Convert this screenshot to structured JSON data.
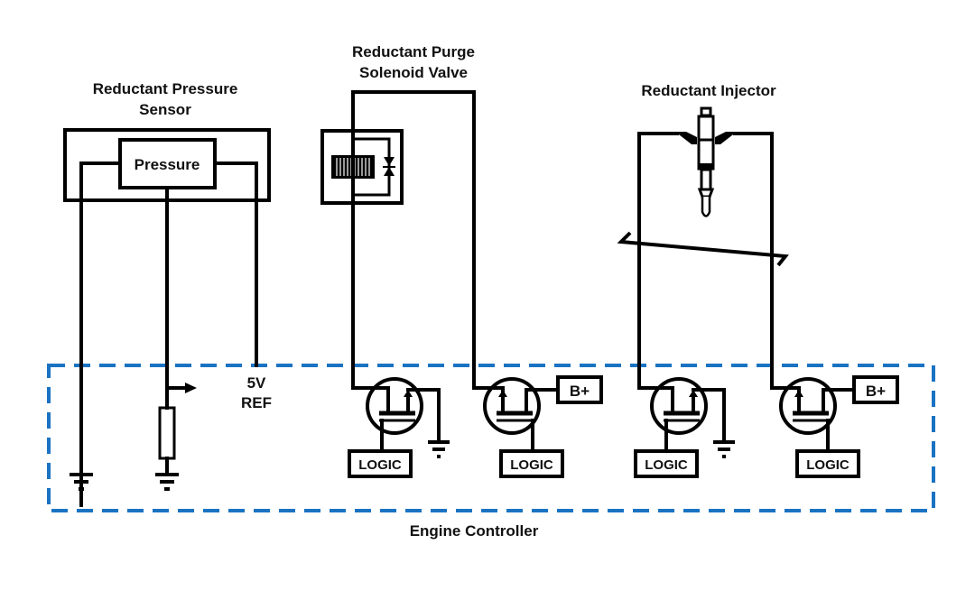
{
  "diagram": {
    "title_sensor": [
      "Reductant Pressure",
      "Sensor"
    ],
    "sensor_inner_label": "Pressure",
    "title_valve": [
      "Reductant Purge",
      "Solenoid Valve"
    ],
    "title_injector": "Reductant Injector",
    "ref_label": [
      "5V",
      "REF"
    ],
    "controller_label": "Engine Controller",
    "logic_labels": [
      "LOGIC",
      "LOGIC",
      "LOGIC",
      "LOGIC"
    ],
    "bplus_labels": [
      "B+",
      "B+"
    ],
    "colors": {
      "wire": "#000000",
      "controller_border": "#1a73c2"
    }
  }
}
